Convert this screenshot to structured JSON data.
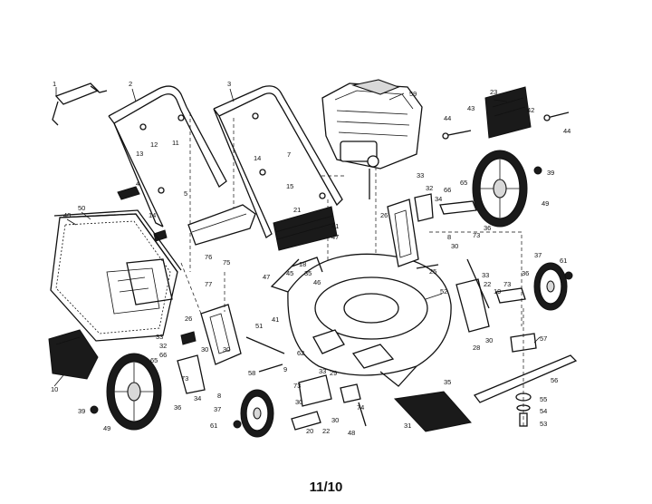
{
  "diagram": {
    "page_number": "11/10",
    "part_labels": {
      "p1": "1",
      "p2": "2",
      "p3": "3",
      "p4": "4",
      "p5": "5",
      "p7": "7",
      "p8a": "8",
      "p8b": "8",
      "p9": "9",
      "p10": "10",
      "p11": "11",
      "p12": "12",
      "p13": "13",
      "p14a": "14",
      "p14b": "14",
      "p15": "15",
      "p18": "18",
      "p19": "19",
      "p20": "20",
      "p21": "21",
      "p22a": "22",
      "p22b": "22",
      "p23": "23",
      "p25": "25",
      "p26a": "26",
      "p26b": "26",
      "p28": "28",
      "p29": "29",
      "p30a": "30",
      "p30b": "30",
      "p30c": "30",
      "p30d": "30",
      "p30e": "30",
      "p30f": "30",
      "p31": "31",
      "p32a": "32",
      "p32b": "32",
      "p33a": "33",
      "p33b": "33",
      "p33c": "33",
      "p33d": "33",
      "p34a": "34",
      "p34b": "34",
      "p35a": "35",
      "p35b": "35",
      "p36a": "36",
      "p36b": "36",
      "p36c": "36",
      "p37a": "37",
      "p37b": "37",
      "p39a": "39",
      "p39b": "39",
      "p40": "40",
      "p41a": "41",
      "p41b": "41",
      "p42": "42",
      "p43": "43",
      "p44a": "44",
      "p44b": "44",
      "p45": "45",
      "p46": "46",
      "p47a": "47",
      "p47b": "47",
      "p48": "48",
      "p49a": "49",
      "p49b": "49",
      "p50": "50",
      "p51": "51",
      "p52": "52",
      "p53": "53",
      "p54": "54",
      "p55": "55",
      "p56": "56",
      "p57": "57",
      "p58": "58",
      "p59": "59",
      "p61a": "61",
      "p61b": "61",
      "p62": "62",
      "p65a": "65",
      "p65b": "65",
      "p66a": "66",
      "p66b": "66",
      "p73a": "73",
      "p73b": "73",
      "p73c": "73",
      "p73d": "73",
      "p74": "74",
      "p75": "75",
      "p76": "76",
      "p77": "77"
    }
  }
}
